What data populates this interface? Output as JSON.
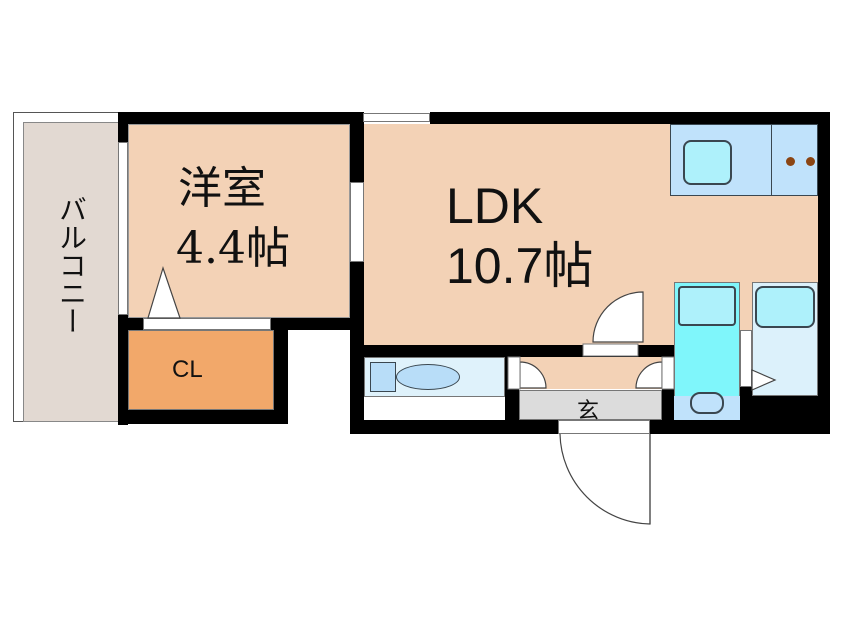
{
  "floorplan": {
    "rooms": {
      "western_room": {
        "name": "洋室",
        "size": "4.4帖",
        "color": "#f3d2b6"
      },
      "ldk": {
        "name": "LDK",
        "size": "10.7帖",
        "color": "#f3d2b6"
      },
      "balcony": {
        "name": "バルコニー",
        "color": "#e2d9d2"
      },
      "closet": {
        "name": "CL",
        "color": "#f2a86a"
      },
      "entrance": {
        "name": "玄",
        "color": "#dcdcdc"
      },
      "corridor": {
        "color": "#f3d2b6"
      },
      "toilet": {
        "color": "#dff2fb"
      },
      "washroom": {
        "color": "#7ff6fb"
      },
      "bathroom": {
        "color": "#dcf1fb"
      },
      "kitchen": {
        "color": "#c0e2fb"
      }
    },
    "colors": {
      "wall": "#000000",
      "fixture_outline": "#3a4750",
      "stove_burner": "#8b4513",
      "fixture_fill": "#aef1fb"
    }
  }
}
